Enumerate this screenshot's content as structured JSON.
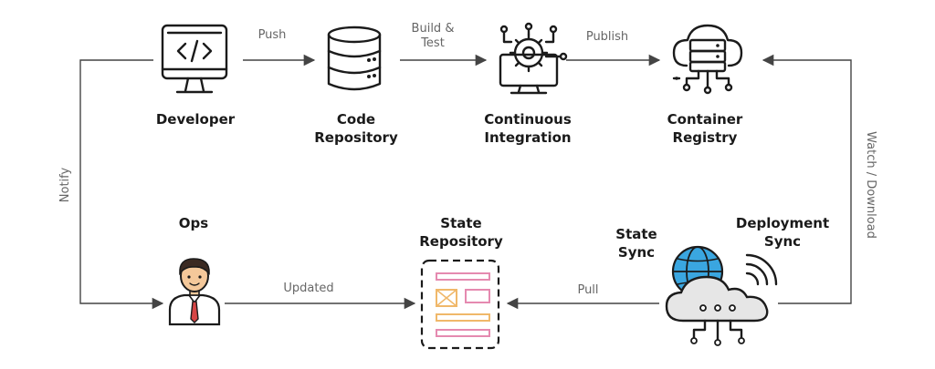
{
  "nodes": {
    "developer": "Developer",
    "code_repository": [
      "Code",
      "Repository"
    ],
    "continuous_integration": [
      "Continuous",
      "Integration"
    ],
    "container_registry": [
      "Container",
      "Registry"
    ],
    "ops": "Ops",
    "state_repository": [
      "State",
      "Repository"
    ],
    "state_sync": [
      "State",
      "Sync"
    ],
    "deployment_sync": [
      "Deployment",
      "Sync"
    ]
  },
  "edges": {
    "push": "Push",
    "build_test": [
      "Build &",
      "Test"
    ],
    "publish": "Publish",
    "watch_download": "Watch / Download",
    "pull": "Pull",
    "updated": "Updated",
    "notify": "Notify"
  },
  "colors": {
    "icon_stroke": "#1b1b1b",
    "line": "#444444",
    "edge_label": "#666666",
    "cloud_blue": "#3aa6e0",
    "doc_pink": "#e58ab0",
    "doc_orange": "#f0b86a",
    "ops_skin": "#f4c89a",
    "ops_hair": "#3b2a22",
    "ops_tie": "#d64545"
  },
  "icons": {
    "developer": "monitor-code-icon",
    "code_repository": "database-icon",
    "continuous_integration": "gear-circuit-monitor-icon",
    "container_registry": "cloud-server-icon",
    "ops": "person-avatar-icon",
    "state_repository": "document-layout-icon",
    "deployment_sync": "globe-cloud-sync-icon"
  }
}
